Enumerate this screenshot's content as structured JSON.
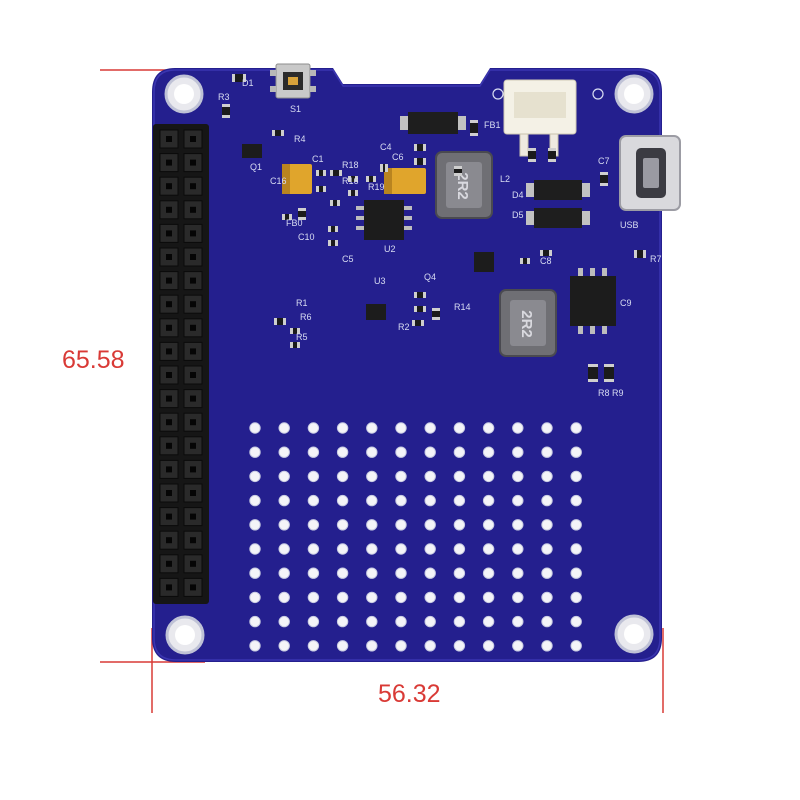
{
  "dimensions": {
    "height_mm": "65.58",
    "width_mm": "56.32",
    "line_color": "#d93a36"
  },
  "board": {
    "pcb_color": "#241f8e",
    "header_color": "#161616",
    "inductor_marking_1": "2R2",
    "inductor_marking_2": "2R2",
    "silkscreen_labels": [
      "S1",
      "R3",
      "D1",
      "R4",
      "Q1",
      "C16",
      "C1",
      "R18",
      "R16",
      "R19",
      "FB1",
      "C4",
      "C5",
      "C6",
      "L2",
      "D4",
      "D5",
      "C7",
      "USB",
      "R7",
      "C8",
      "C9",
      "U3",
      "Q4",
      "R14",
      "R1",
      "R2",
      "R5",
      "R8",
      "R9",
      "R6",
      "FB0",
      "C10",
      "U2"
    ],
    "grid_rows": 10,
    "grid_cols": 12
  }
}
